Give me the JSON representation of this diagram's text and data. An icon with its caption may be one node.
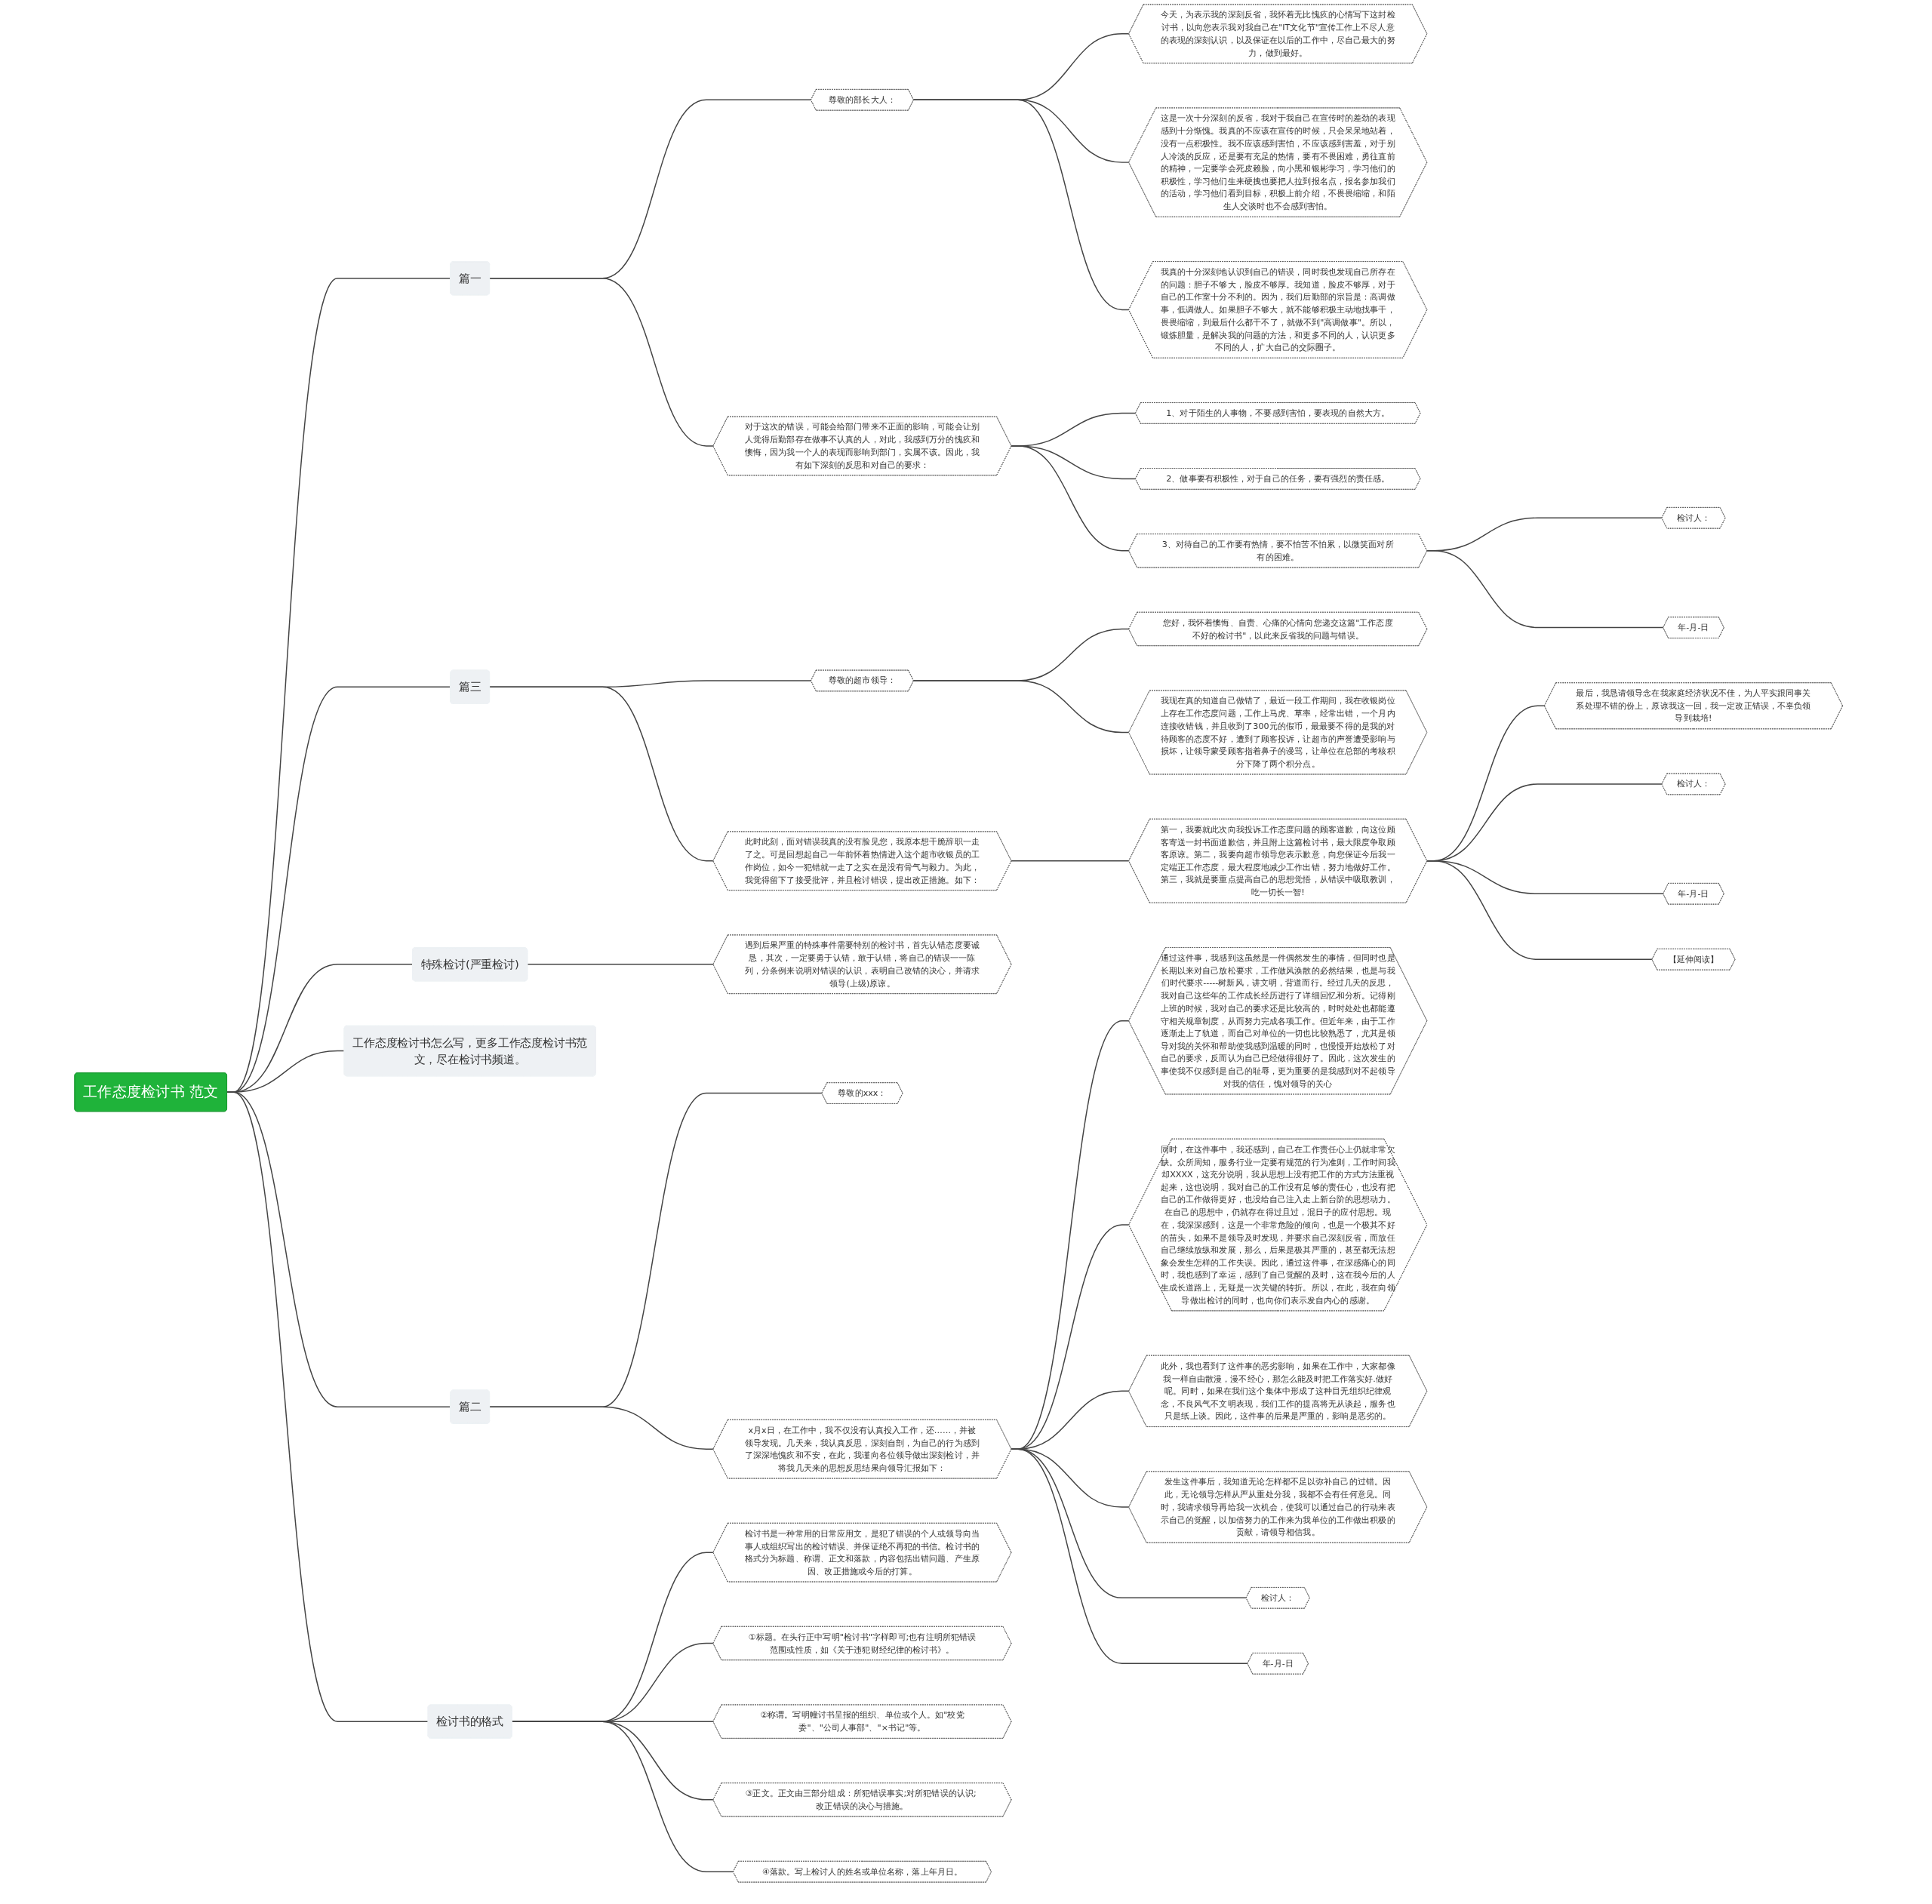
{
  "diagram": {
    "nodes": [
      {
        "text": [
          "工作态度检讨书 范文"
        ]
      },
      {
        "text": [
          "篇一"
        ]
      },
      {
        "text": [
          "尊敬的部长大人："
        ]
      },
      {
        "text": [
          "今天，为表示我的深刻反省，我怀着无比愧疚的心情写下这封检讨书，以向您表示我对我自己在\"IT文化节\"宣传工作上不尽人意的表现的深刻认识，以及保证在以后的工作中，尽自己最大的努力，做到最好。"
        ]
      },
      {
        "text": [
          "这是一次十分深刻的反省，我对于我自己在宣传时的差劲的表现感到十分惭愧。我真的不应该在宣传的时候，只会呆呆地站着，没有一点积极性。我不应该感到害怕，不应该感到害羞，对于别人冷淡的反应，还是要有充足的热情，要有不畏困难，勇往直前的精神，一定要学会死皮赖脸，向小黑和银彬学习，学习他们的积极性，学习他们生来硬拽也要把人拉到报名点，报名参加我们的活动，学习他们看到目标，积极上前介绍，不畏畏缩缩，和陌生人交谈时也不会感到害怕。"
        ]
      },
      {
        "text": [
          "我真的十分深刻地认识到自己的错误，同时我也发现自己所存在的问题：胆子不够大，脸皮不够厚。我知道，脸皮不够厚，对于自己的工作室十分不利的。因为，我们后勤部的宗旨是：高调做事，低调做人。如果胆子不够大，就不能够积极主动地找事干，畏畏缩缩，到最后什么都干不了，就做不到\"高调做事\"。所以，锻炼胆量，是解决我的问题的方法，和更多不同的人，认识更多不同的人，扩大自己的交际圈子。"
        ]
      },
      {
        "text": [
          "对于这次的错误，可能会给部门带来不正面的影响，可能会让别人觉得后勤部存在做事不认真的人，对此，我感到万分的愧疚和懊悔，因为我一个人的表现而影响到部门，实属不该。因此，我有如下深刻的反思和对自己的要求："
        ]
      },
      {
        "text": [
          "1、对于陌生的人事物，不要感到害怕，要表现的自然大方。"
        ]
      },
      {
        "text": [
          "2、做事要有积极性，对于自己的任务，要有强烈的责任感。"
        ]
      },
      {
        "text": [
          "3、对待自己的工作要有热情，要不怕苦不怕累，以微笑面对所有的困难。"
        ]
      },
      {
        "text": [
          "检讨人："
        ]
      },
      {
        "text": [
          "年-月-日"
        ]
      },
      {
        "text": [
          "篇三"
        ]
      },
      {
        "text": [
          "尊敬的超市领导："
        ]
      },
      {
        "text": [
          "您好，我怀着懊悔、自责、心痛的心情向您递交这篇\"工作态度不好的检讨书\"，以此来反省我的问题与错误。"
        ]
      },
      {
        "text": [
          "我现在真的知道自己做错了，最近一段工作期间，我在收银岗位上存在工作态度问题，工作上马虎、草率，经常出错，一个月内连接收错钱，并且收到了300元的假币，最最要不得的是我的对待顾客的态度不好，遭到了顾客投诉，让超市的声誉遭受影响与损坏，让领导蒙受顾客指着鼻子的谩骂，让单位在总部的考核积分下降了两个积分点。"
        ]
      },
      {
        "text": [
          "此时此刻，面对错误我真的没有脸见您，我原本想干脆辞职一走了之。可是回想起自己一年前怀着热情进入这个超市收银员的工作岗位，如今一犯错就一走了之实在是没有骨气与毅力。为此，我觉得留下了接受批评，并且检讨错误，提出改正措施。如下："
        ]
      },
      {
        "text": [
          "第一，我要就此次向我投诉工作态度问题的顾客道歉，向这位顾客寄送一封书面道歉信，并且附上这篇检讨书，最大限度争取顾客原谅。第二，我要向超市领导您表示歉意，向您保证今后我一定端正工作态度，最大程度地减少工作出错，努力地做好工作。第三，我就是要重点提高自己的思想觉悟，从错误中吸取教训，吃一切长一智!"
        ]
      },
      {
        "text": [
          "最后，我恳请领导念在我家庭经济状况不佳，为人平实跟同事关系处理不错的份上，原谅我这一回，我一定改正错误，不辜负领导到栽培!"
        ]
      },
      {
        "text": [
          "检讨人："
        ]
      },
      {
        "text": [
          "年-月-日"
        ]
      },
      {
        "text": [
          "【延伸阅读】"
        ]
      },
      {
        "text": [
          "特殊检讨(严重检讨)"
        ]
      },
      {
        "text": [
          "遇到后果严重的特殊事件需要特别的检讨书，首先认错态度要诚恳，其次，一定要勇于认错，敢于认错，将自己的错误一一陈列，分条例来说明对错误的认识，表明自己改错的决心，并请求领导(上级)原谅。"
        ]
      },
      {
        "text": [
          "工作态度检讨书怎么写，更多工作态度检讨书范文，尽在检讨书频道。"
        ]
      },
      {
        "text": [
          "篇二"
        ]
      },
      {
        "text": [
          "尊敬的xxx："
        ]
      },
      {
        "text": [
          "x月x日，在工作中，我不仅没有认真投入工作，还……，并被领导发现。几天来，我认真反思，深刻自剖，为自己的行为感到了深深地愧疚和不安，在此，我谨向各位领导做出深刻检讨，并将我几天来的思想反思结果向领导汇报如下："
        ]
      },
      {
        "text": [
          "通过这件事，我感到这虽然是一件偶然发生的事情，但同时也是长期以来对自己放松要求，工作做风涣散的必然结果，也是与我们时代要求-----树新风，讲文明，背道而行。经过几天的反思，我对自己这些年的工作成长经历进行了详细回忆和分析。记得刚上班的时候，我对自己的要求还是比较高的，时时处处也都能遵守相关规章制度，从而努力完成各项工作。但近年来，由于工作逐渐走上了轨道，而自己对单位的一切也比较熟悉了，尤其是领导对我的关怀和帮助使我感到温暖的同时，也慢慢开始放松了对自己的要求，反而认为自己已经做得很好了。因此，这次发生的事使我不仅感到是自己的耻辱，更为重要的是我感到对不起领导对我的信任，愧对领导的关心"
        ]
      },
      {
        "text": [
          "同时，在这件事中，我还感到，自己在工作责任心上仍就非常欠缺。众所周知，服务行业一定要有规范的行为准则，工作时间我却XXXX，这充分说明，我从思想上没有把工作的方式方法重视起来，这也说明，我对自己的工作没有足够的责任心，也没有把自己的工作做得更好，也没给自己注入走上新台阶的思想动力。在自己的思想中，仍就存在得过且过，混日子的应付思想。现在，我深深感到，这是一个非常危险的倾向，也是一个极其不好的苗头，如果不是领导及时发现，并要求自己深刻反省，而放任自己继续放纵和发展，那么，后果是极其严重的，甚至都无法想象会发生怎样的工作失误。因此，通过这件事，在深感痛心的同时，我也感到了幸运，感到了自己觉醒的及时，这在我今后的人生成长道路上，无疑是一次关键的转折。所以，在此，我在向领导做出检讨的同时，也向你们表示发自内心的感谢。"
        ]
      },
      {
        "text": [
          "此外，我也看到了这件事的恶劣影响，如果在工作中，大家都像我一样自由散漫，漫不经心，那怎么能及时把工作落实好.做好呢。同时，如果在我们这个集体中形成了这种目无组织纪律观念，不良风气不文明表现，我们工作的提高将无从谈起，服务也只是纸上谈。因此，这件事的后果是严重的，影响是恶劣的。"
        ]
      },
      {
        "text": [
          "发生这件事后，我知道无论怎样都不足以弥补自己的过错。因此，无论领导怎样从严从重处分我，我都不会有任何意见。同时，我请求领导再给我一次机会，使我可以通过自己的行动来表示自己的觉醒，以加倍努力的工作来为我单位的工作做出积极的贡献，请领导相信我。"
        ]
      },
      {
        "text": [
          "检讨人："
        ]
      },
      {
        "text": [
          "年-月-日"
        ]
      },
      {
        "text": [
          "检讨书的格式"
        ]
      },
      {
        "text": [
          "检讨书是一种常用的日常应用文，是犯了错误的个人或领导向当事人或组织写出的检讨错误、并保证绝不再犯的书信。检讨书的格式分为标题、称谓、正文和落款，内容包括出错问题、产生原因、改正措施或今后的打算。"
        ]
      },
      {
        "text": [
          "①标题。在头行正中写明\"检讨书\"字样即可;也有注明所犯错误范围或性质，如《关于违犯财经纪律的检讨书》。"
        ]
      },
      {
        "text": [
          "②称谓。写明幢讨书呈报的组织、单位或个人。如\"校党委\"、\"公司人事部\"、\"×书记\"等。"
        ]
      },
      {
        "text": [
          "③正文。正文由三部分组成：所犯错误事实;对所犯错误的认识; 改正错误的决心与措施。"
        ]
      },
      {
        "text": [
          "④落款。写上检讨人的姓名或单位名称，落上年月日。"
        ]
      }
    ],
    "edges": [
      {
        "from": 0,
        "to": 1,
        "arrow": "none"
      },
      {
        "from": 1,
        "to": 2,
        "arrow": "none"
      },
      {
        "from": 2,
        "to": 3,
        "arrow": "none"
      },
      {
        "from": 2,
        "to": 4,
        "arrow": "none"
      },
      {
        "from": 2,
        "to": 5,
        "arrow": "none"
      },
      {
        "from": 1,
        "to": 6,
        "arrow": "none"
      },
      {
        "from": 6,
        "to": 7,
        "arrow": "none"
      },
      {
        "from": 6,
        "to": 8,
        "arrow": "none"
      },
      {
        "from": 6,
        "to": 9,
        "arrow": "none"
      },
      {
        "from": 9,
        "to": 10,
        "arrow": "none"
      },
      {
        "from": 9,
        "to": 11,
        "arrow": "none"
      },
      {
        "from": 0,
        "to": 12,
        "arrow": "none"
      },
      {
        "from": 12,
        "to": 13,
        "arrow": "none"
      },
      {
        "from": 13,
        "to": 14,
        "arrow": "none"
      },
      {
        "from": 13,
        "to": 15,
        "arrow": "none"
      },
      {
        "from": 12,
        "to": 16,
        "arrow": "none"
      },
      {
        "from": 16,
        "to": 17,
        "arrow": "none"
      },
      {
        "from": 17,
        "to": 18,
        "arrow": "none"
      },
      {
        "from": 17,
        "to": 19,
        "arrow": "none"
      },
      {
        "from": 17,
        "to": 20,
        "arrow": "none"
      },
      {
        "from": 17,
        "to": 21,
        "arrow": "none"
      },
      {
        "from": 0,
        "to": 22,
        "arrow": "none"
      },
      {
        "from": 22,
        "to": 23,
        "arrow": "none"
      },
      {
        "from": 0,
        "to": 24,
        "arrow": "none"
      },
      {
        "from": 0,
        "to": 25,
        "arrow": "none"
      },
      {
        "from": 25,
        "to": 26,
        "arrow": "none"
      },
      {
        "from": 25,
        "to": 27,
        "arrow": "none"
      },
      {
        "from": 27,
        "to": 28,
        "arrow": "none"
      },
      {
        "from": 27,
        "to": 29,
        "arrow": "none"
      },
      {
        "from": 27,
        "to": 30,
        "arrow": "none"
      },
      {
        "from": 27,
        "to": 31,
        "arrow": "none"
      },
      {
        "from": 27,
        "to": 32,
        "arrow": "none"
      },
      {
        "from": 27,
        "to": 33,
        "arrow": "none"
      },
      {
        "from": 0,
        "to": 34,
        "arrow": "none"
      },
      {
        "from": 34,
        "to": 35,
        "arrow": "none"
      },
      {
        "from": 34,
        "to": 36,
        "arrow": "none"
      },
      {
        "from": 34,
        "to": 37,
        "arrow": "none"
      },
      {
        "from": 34,
        "to": 38,
        "arrow": "none"
      },
      {
        "from": 34,
        "to": 39,
        "arrow": "none"
      }
    ]
  }
}
